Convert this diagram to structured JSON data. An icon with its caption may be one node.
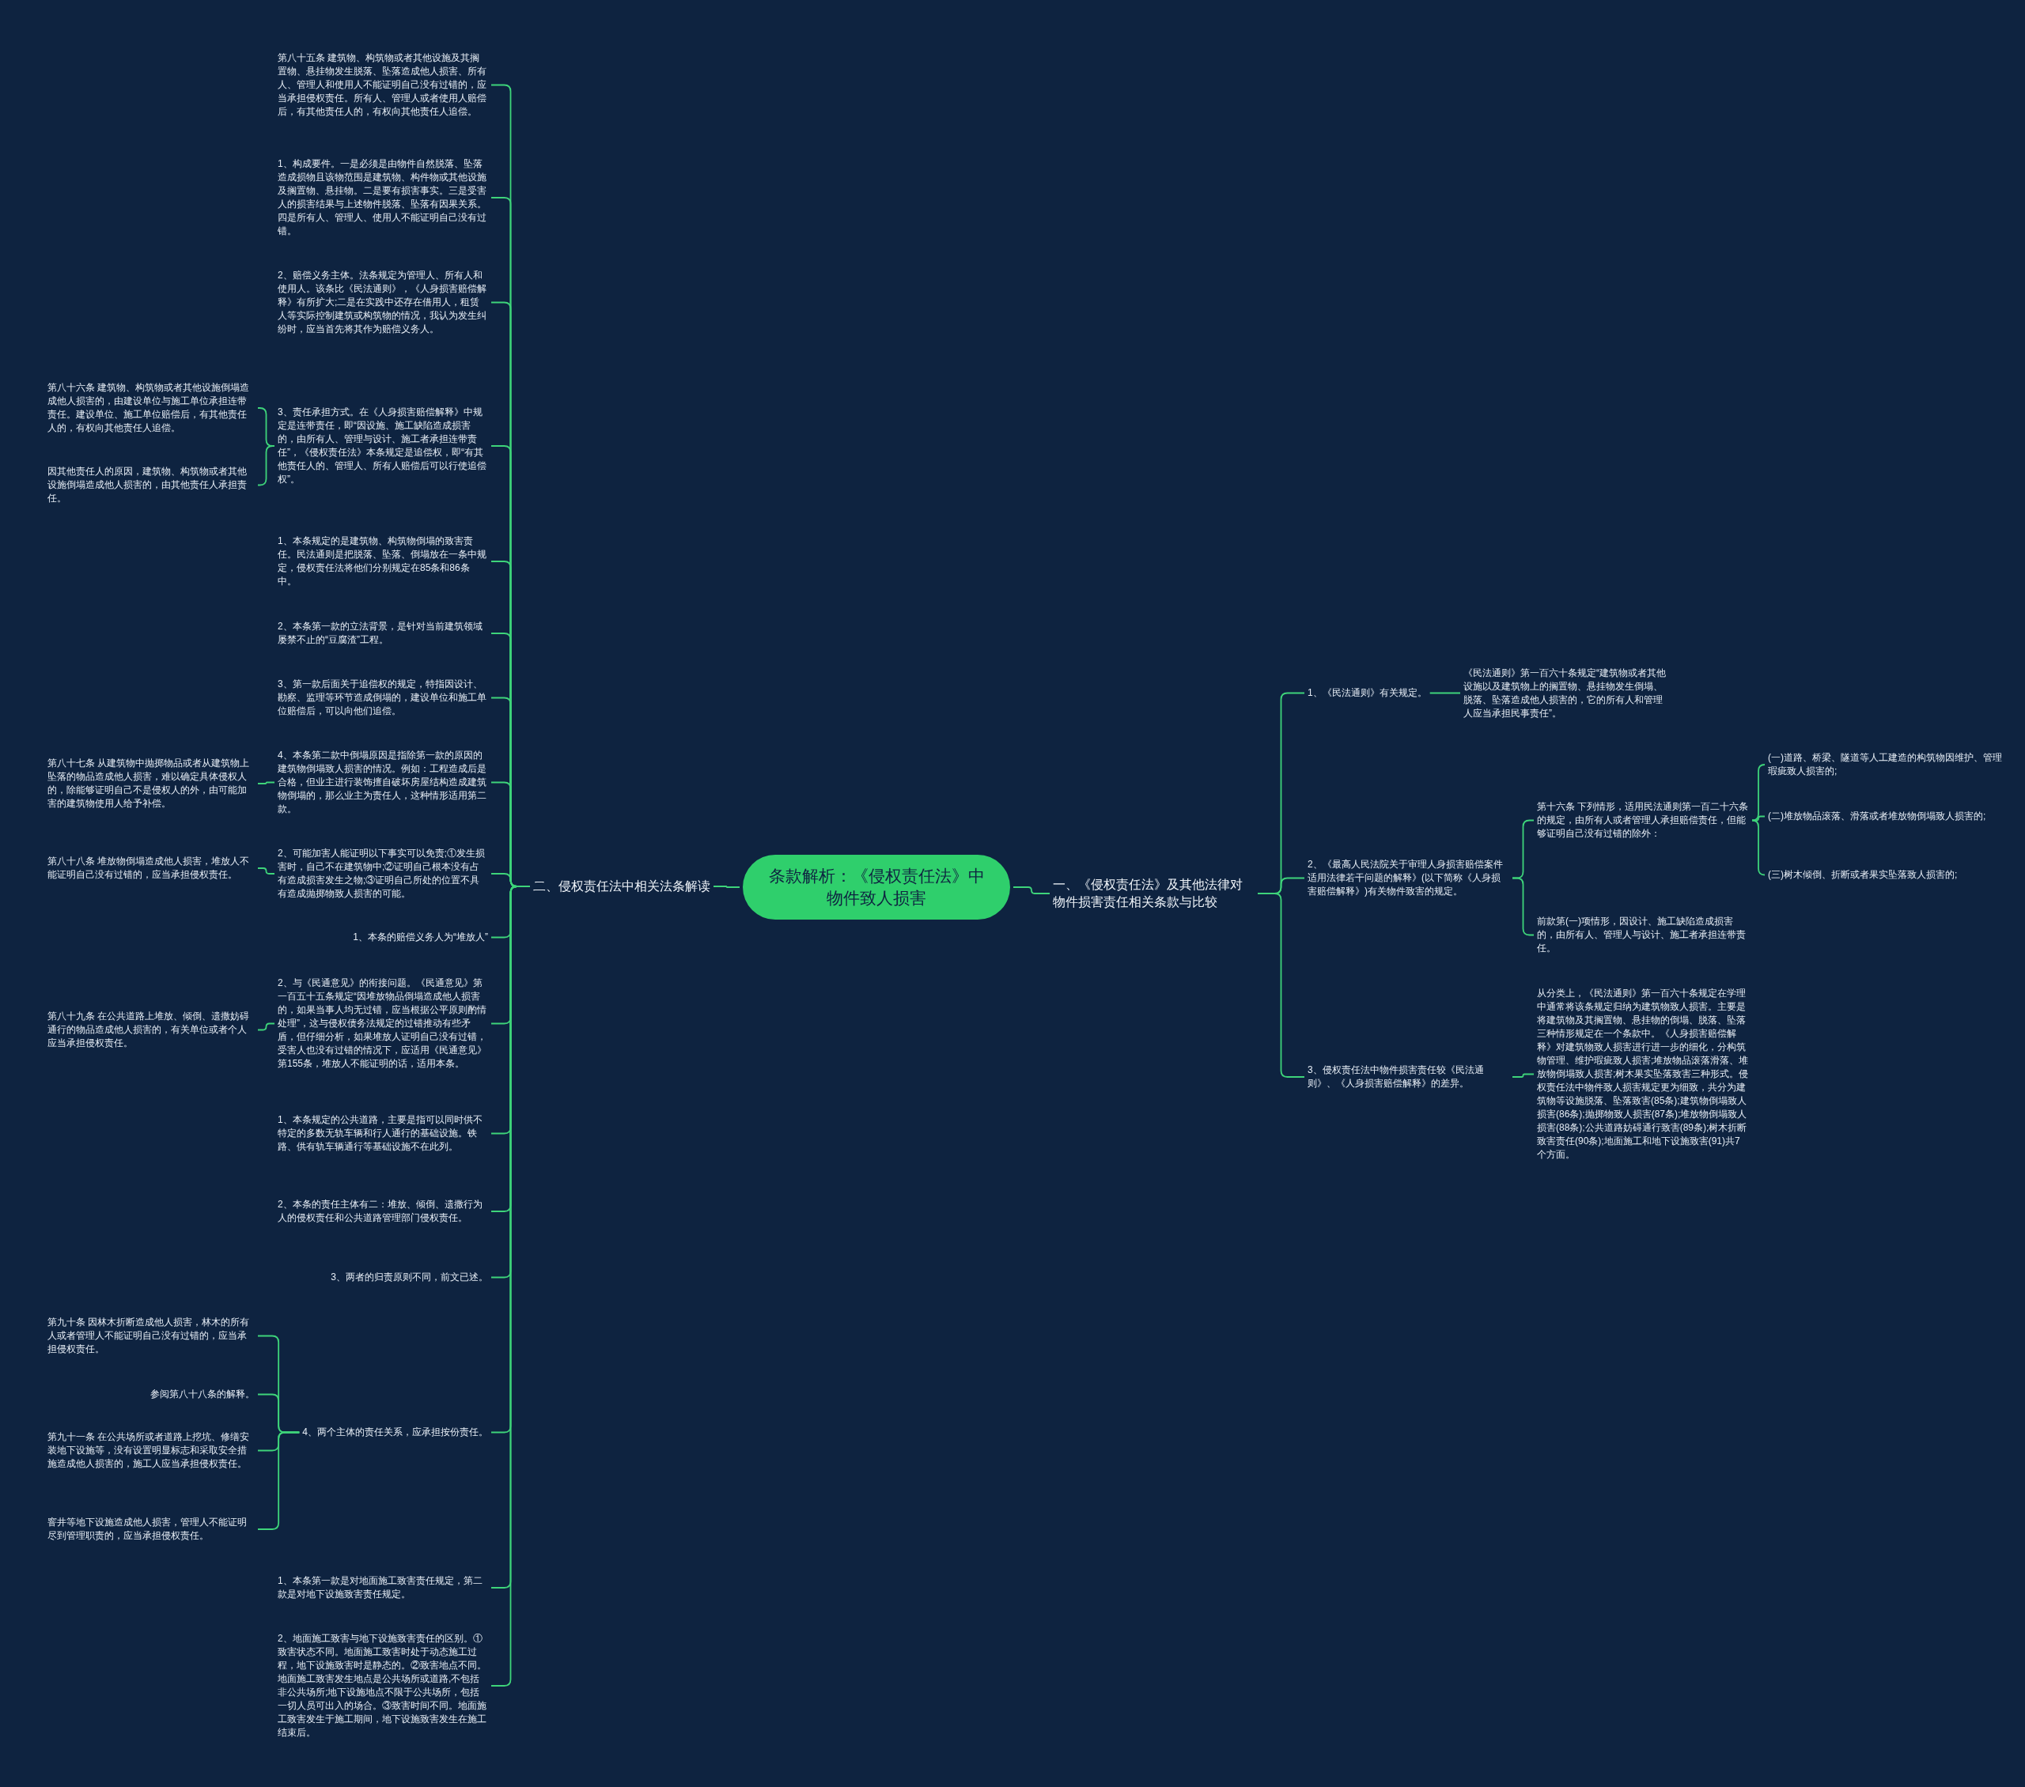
{
  "diagram": {
    "nodes": [
      {
        "text": [
          "条款解析：《侵权责任法》中物件致人损害"
        ]
      },
      {
        "text": [
          "一、《侵权责任法》及其他法律对物件损害责任相关条款与比较"
        ]
      },
      {
        "text": [
          "1、《民法通则》有关规定。"
        ]
      },
      {
        "text": [
          "《民法通则》第一百六十条规定“建筑物或者其他设施以及建筑物上的搁置物、悬挂物发生倒塌、脱落、坠落造成他人损害的，它的所有人和管理人应当承担民事责任”。"
        ]
      },
      {
        "text": [
          "2、《最高人民法院关于审理人身损害赔偿案件适用法律若干问题的解释》(以下简称《人身损害赔偿解释》)有关物件致害的规定。"
        ]
      },
      {
        "text": [
          "第十六条 下列情形，适用民法通则第一百二十六条的规定，由所有人或者管理人承担赔偿责任，但能够证明自己没有过错的除外："
        ]
      },
      {
        "text": [
          "(一)道路、桥梁、隧道等人工建造的构筑物因维护、管理瑕疵致人损害的;"
        ]
      },
      {
        "text": [
          "(二)堆放物品滚落、滑落或者堆放物倒塌致人损害的;"
        ]
      },
      {
        "text": [
          "(三)树木倾倒、折断或者果实坠落致人损害的;"
        ]
      },
      {
        "text": [
          "前款第(一)项情形，因设计、施工缺陷造成损害的，由所有人、管理人与设计、施工者承担连带责任。"
        ]
      },
      {
        "text": [
          "3、侵权责任法中物件损害责任较《民法通则》、《人身损害赔偿解释》的差异。"
        ]
      },
      {
        "text": [
          "从分类上，《民法通则》第一百六十条规定在学理中通常将该条规定归纳为建筑物致人损害。主要是将建筑物及其搁置物、悬挂物的倒塌、脱落、坠落三种情形规定在一个条款中。《人身损害赔偿解释》对建筑物致人损害进行进一步的细化，分构筑物管理、维护瑕疵致人损害;堆放物品滚落滑落、堆放物倒塌致人损害;树木果实坠落致害三种形式。侵权责任法中物件致人损害规定更为细致，共分为建筑物等设施脱落、坠落致害(85条);建筑物倒塌致人损害(86条);抛掷物致人损害(87条);堆放物倒塌致人损害(88条);公共道路妨碍通行致害(89条);树木折断致害责任(90条);地面施工和地下设施致害(91)共7个方面。"
        ]
      },
      {
        "text": [
          "二、侵权责任法中相关法条解读"
        ]
      },
      {
        "text": [
          "第八十五条 建筑物、构筑物或者其他设施及其搁置物、悬挂物发生脱落、坠落造成他人损害、所有人、管理人和使用人不能证明自己没有过错的，应当承担侵权责任。所有人、管理人或者使用人赔偿后，有其他责任人的，有权向其他责任人追偿。"
        ]
      },
      {
        "text": [
          "1、构成要件。一是必须是由物件自然脱落、坠落造成损物且该物范围是建筑物、构件物或其他设施及搁置物、悬挂物。二是要有损害事实。三是受害人的损害结果与上述物件脱落、坠落有因果关系。四是所有人、管理人、使用人不能证明自己没有过错。"
        ]
      },
      {
        "text": [
          "2、赔偿义务主体。法条规定为管理人、所有人和使用人。该条比《民法通则》，《人身损害赔偿解释》有所扩大;二是在实践中还存在借用人，租赁人等实际控制建筑或构筑物的情况，我认为发生纠纷时，应当首先将其作为赔偿义务人。"
        ]
      },
      {
        "text": [
          "3、责任承担方式。在《人身损害赔偿解释》中规定是连带责任，即“因设施、施工缺陷造成损害的，由所有人、管理与设计、施工者承担连带责任”，《侵权责任法》本条规定是追偿权，即“有其他责任人的、管理人、所有人赔偿后可以行使追偿权”。"
        ]
      },
      {
        "text": [
          "第八十六条 建筑物、构筑物或者其他设施倒塌造成他人损害的，由建设单位与施工单位承担连带责任。建设单位、施工单位赔偿后，有其他责任人的，有权向其他责任人追偿。"
        ]
      },
      {
        "text": [
          "因其他责任人的原因，建筑物、构筑物或者其他设施倒塌造成他人损害的，由其他责任人承担责任。"
        ]
      },
      {
        "text": [
          "1、本条规定的是建筑物、构筑物倒塌的致害责任。民法通则是把脱落、坠落、倒塌放在一条中规定，侵权责任法将他们分别规定在85条和86条中。"
        ]
      },
      {
        "text": [
          "2、本条第一款的立法背景，是针对当前建筑领域屡禁不止的“豆腐渣”工程。"
        ]
      },
      {
        "text": [
          "3、第一款后面关于追偿权的规定，特指因设计、勘察、监理等环节造成倒塌的，建设单位和施工单位赔偿后，可以向他们追偿。"
        ]
      },
      {
        "text": [
          "4、本条第二款中倒塌原因是指除第一款的原因的建筑物倒塌致人损害的情况。例如：工程造成后是合格，但业主进行装饰擅自破坏房屋结构造成建筑物倒塌的，那么业主为责任人，这种情形适用第二款。"
        ]
      },
      {
        "text": [
          "第八十七条 从建筑物中抛掷物品或者从建筑物上坠落的物品造成他人损害，难以确定具体侵权人的，除能够证明自己不是侵权人的外，由可能加害的建筑物使用人给予补偿。"
        ]
      },
      {
        "text": [
          "2、可能加害人能证明以下事实可以免责;①发生损害时，自己不在建筑物中;②证明自己根本没有占有造成损害发生之物;③证明自己所处的位置不具有造成抛掷物致人损害的可能。"
        ]
      },
      {
        "text": [
          "第八十八条 堆放物倒塌造成他人损害，堆放人不能证明自己没有过错的，应当承担侵权责任。"
        ]
      },
      {
        "text": [
          "1、本条的赔偿义务人为“堆放人”"
        ]
      },
      {
        "text": [
          "2、与《民通意见》的衔接问题。《民通意见》第一百五十五条规定“因堆放物品倒塌造成他人损害的，如果当事人均无过错，应当根据公平原则酌情处理”，这与侵权债务法规定的过错推动有些矛盾，但仔细分析，如果堆放人证明自己没有过错，受害人也没有过错的情况下，应适用《民通意见》第155条，堆放人不能证明的话，适用本条。"
        ]
      },
      {
        "text": [
          "第八十九条 在公共道路上堆放、倾倒、遗撒妨碍通行的物品造成他人损害的，有关单位或者个人应当承担侵权责任。"
        ]
      },
      {
        "text": [
          "1、本条规定的公共道路，主要是指可以同时供不特定的多数无轨车辆和行人通行的基础设施。铁路、供有轨车辆通行等基础设施不在此列。"
        ]
      },
      {
        "text": [
          "2、本条的责任主体有二：堆放、倾倒、遗撒行为人的侵权责任和公共道路管理部门侵权责任。"
        ]
      },
      {
        "text": [
          "3、两者的归责原则不同，前文已述。"
        ]
      },
      {
        "text": [
          "4、两个主体的责任关系，应承担按份责任。"
        ]
      },
      {
        "text": [
          "第九十条 因林木折断造成他人损害，林木的所有人或者管理人不能证明自己没有过错的，应当承担侵权责任。"
        ]
      },
      {
        "text": [
          "参阅第八十八条的解释。"
        ]
      },
      {
        "text": [
          "第九十一条 在公共场所或者道路上挖坑、修缮安装地下设施等，没有设置明显标志和采取安全措施造成他人损害的，施工人应当承担侵权责任。"
        ]
      },
      {
        "text": [
          "窨井等地下设施造成他人损害，管理人不能证明尽到管理职责的，应当承担侵权责任。"
        ]
      },
      {
        "text": [
          "1、本条第一款是对地面施工致害责任规定，第二款是对地下设施致害责任规定。"
        ]
      },
      {
        "text": [
          "2、地面施工致害与地下设施致害责任的区别。①致害状态不同。地面施工致害时处于动态施工过程，地下设施致害时是静态的。②致害地点不同。地面施工致害发生地点是公共场所或道路,不包括非公共场所;地下设施地点不限于公共场所，包括一切人员可出入的场合。③致害时间不同。地面施工致害发生于施工期间，地下设施致害发生在施工结束后。"
        ]
      }
    ],
    "edges": [
      {
        "from": 0,
        "to": 1,
        "arrow": "none"
      },
      {
        "from": 1,
        "to": 2,
        "arrow": "none"
      },
      {
        "from": 2,
        "to": 3,
        "arrow": "none"
      },
      {
        "from": 1,
        "to": 4,
        "arrow": "none"
      },
      {
        "from": 4,
        "to": 5,
        "arrow": "none"
      },
      {
        "from": 5,
        "to": 6,
        "arrow": "none"
      },
      {
        "from": 5,
        "to": 7,
        "arrow": "none"
      },
      {
        "from": 5,
        "to": 8,
        "arrow": "none"
      },
      {
        "from": 4,
        "to": 9,
        "arrow": "none"
      },
      {
        "from": 1,
        "to": 10,
        "arrow": "none"
      },
      {
        "from": 10,
        "to": 11,
        "arrow": "none"
      },
      {
        "from": 0,
        "to": 12,
        "arrow": "none"
      },
      {
        "from": 12,
        "to": 13,
        "arrow": "none"
      },
      {
        "from": 12,
        "to": 14,
        "arrow": "none"
      },
      {
        "from": 12,
        "to": 15,
        "arrow": "none"
      },
      {
        "from": 12,
        "to": 16,
        "arrow": "none"
      },
      {
        "from": 16,
        "to": 17,
        "arrow": "none"
      },
      {
        "from": 16,
        "to": 18,
        "arrow": "none"
      },
      {
        "from": 12,
        "to": 19,
        "arrow": "none"
      },
      {
        "from": 12,
        "to": 20,
        "arrow": "none"
      },
      {
        "from": 12,
        "to": 21,
        "arrow": "none"
      },
      {
        "from": 12,
        "to": 22,
        "arrow": "none"
      },
      {
        "from": 22,
        "to": 23,
        "arrow": "none"
      },
      {
        "from": 12,
        "to": 24,
        "arrow": "none"
      },
      {
        "from": 24,
        "to": 25,
        "arrow": "none"
      },
      {
        "from": 12,
        "to": 26,
        "arrow": "none"
      },
      {
        "from": 12,
        "to": 27,
        "arrow": "none"
      },
      {
        "from": 27,
        "to": 28,
        "arrow": "none"
      },
      {
        "from": 12,
        "to": 29,
        "arrow": "none"
      },
      {
        "from": 12,
        "to": 30,
        "arrow": "none"
      },
      {
        "from": 12,
        "to": 31,
        "arrow": "none"
      },
      {
        "from": 12,
        "to": 32,
        "arrow": "none"
      },
      {
        "from": 32,
        "to": 33,
        "arrow": "none"
      },
      {
        "from": 32,
        "to": 34,
        "arrow": "none"
      },
      {
        "from": 32,
        "to": 35,
        "arrow": "none"
      },
      {
        "from": 32,
        "to": 36,
        "arrow": "none"
      },
      {
        "from": 12,
        "to": 37,
        "arrow": "none"
      },
      {
        "from": 12,
        "to": 38,
        "arrow": "none"
      }
    ]
  }
}
